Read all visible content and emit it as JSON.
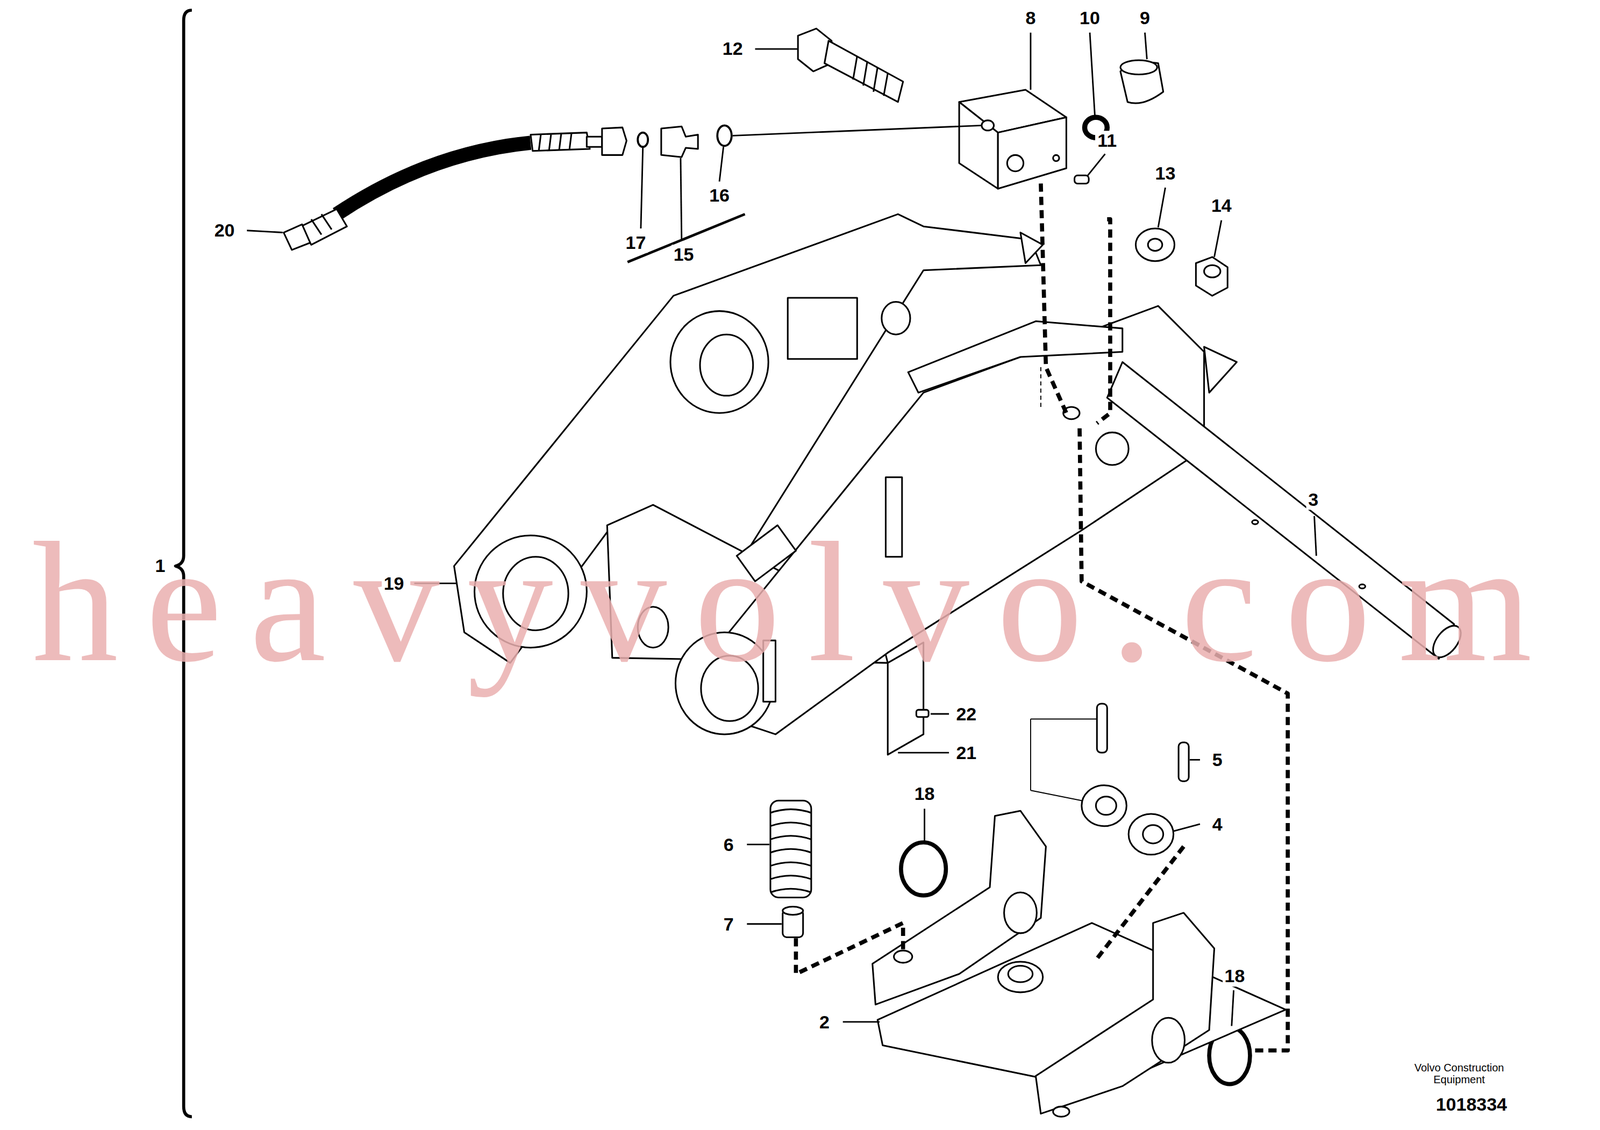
{
  "diagram": {
    "labels": [
      "12",
      "8",
      "10",
      "9",
      "11",
      "20",
      "17",
      "15",
      "16",
      "13",
      "14",
      "3",
      "1",
      "19",
      "22",
      "21",
      "5",
      "4",
      "18",
      "6",
      "7",
      "2",
      "18",
      "heavyvolvo.com",
      "Volvo Construction Equipment",
      "1018334"
    ]
  }
}
